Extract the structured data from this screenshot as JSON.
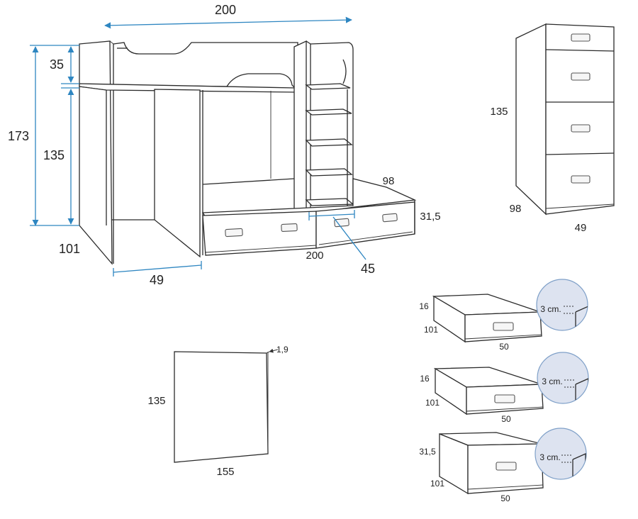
{
  "colors": {
    "dimension": "#2e86c1",
    "outline": "#2b2b2b",
    "detail_circle": "#dde3f0"
  },
  "bed": {
    "width": "200",
    "height_total": "173",
    "height_top": "35",
    "height_lower": "135",
    "depth": "101",
    "desk_width": "49",
    "trundle_depth": "98",
    "drawer_height": "31,5",
    "trundle_width": "200",
    "step_width": "45"
  },
  "chest": {
    "height": "135",
    "depth": "98",
    "width": "49"
  },
  "panel": {
    "height": "135",
    "width": "155",
    "thickness": "1,9"
  },
  "drawers": [
    {
      "height": "16",
      "depth": "101",
      "width": "50",
      "detail": "3 cm."
    },
    {
      "height": "16",
      "depth": "101",
      "width": "50",
      "detail": "3 cm."
    },
    {
      "height": "31,5",
      "depth": "101",
      "width": "50",
      "detail": "3 cm."
    }
  ]
}
